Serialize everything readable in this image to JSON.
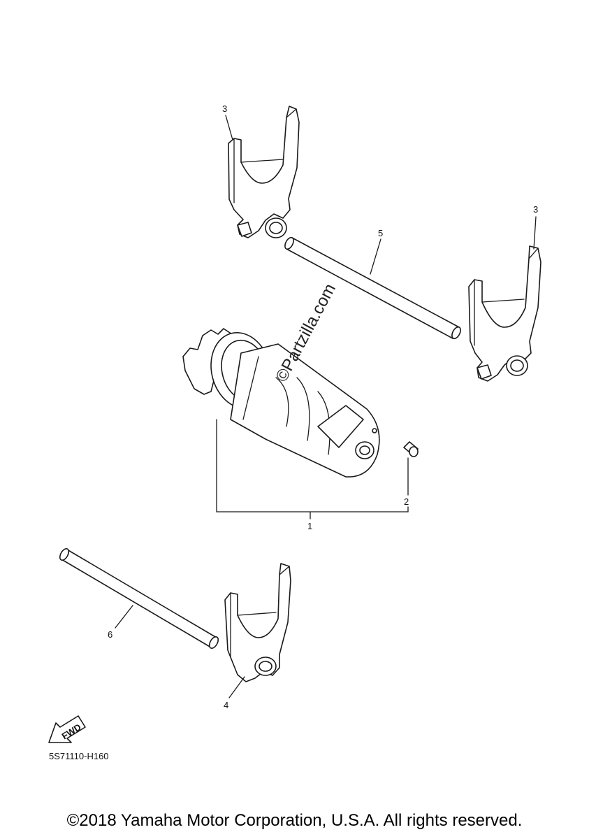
{
  "diagram": {
    "callouts": {
      "c1": "1",
      "c2": "2",
      "c3a": "3",
      "c3b": "3",
      "c4": "4",
      "c5": "5",
      "c6": "6"
    },
    "watermark": "©Partzilla.com",
    "fwd_label": "FWD",
    "diagram_code": "5S71110-H160",
    "fwd_icon": "fwd-arrow-icon"
  },
  "footer": {
    "copyright": "©2018 Yamaha Motor Corporation, U.S.A. All rights reserved."
  }
}
